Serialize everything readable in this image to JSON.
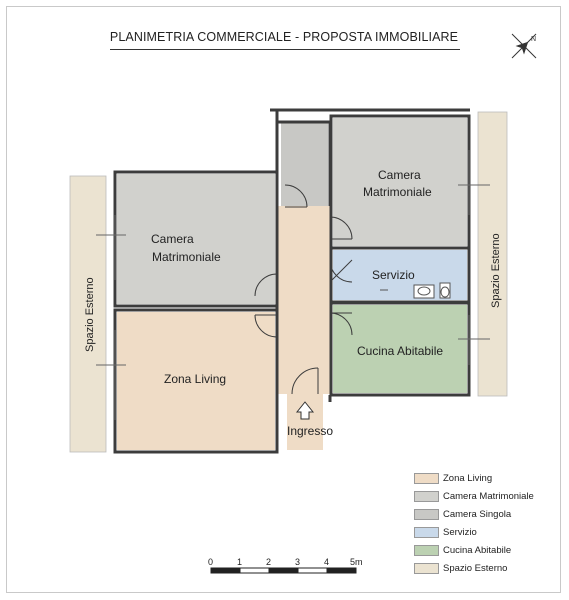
{
  "title": "PLANIMETRIA COMMERCIALE - PROPOSTA IMMOBILIARE",
  "compass_icon": "north-arrow-icon",
  "colors": {
    "zona_living": "#efdcc6",
    "camera_matrimoniale": "#d1d1cd",
    "camera_singola": "#c8c8c5",
    "servizio": "#c9d9ea",
    "cucina_abitabile": "#bcd1b2",
    "spazio_esterno": "#ebe3d1",
    "wall": "#3c3c3c"
  },
  "rooms": {
    "camera_left_line1": "Camera",
    "camera_left_line2": "Matrimoniale",
    "camera_right_line1": "Camera",
    "camera_right_line2": "Matrimoniale",
    "servizio": "Servizio",
    "cucina": "Cucina Abitabile",
    "zona_living": "Zona Living",
    "spazio_esterno_left": "Spazio Esterno",
    "spazio_esterno_right": "Spazio Esterno",
    "ingresso": "Ingresso"
  },
  "legend": [
    {
      "label": "Zona Living",
      "color": "#efdcc6"
    },
    {
      "label": "Camera Matrimoniale",
      "color": "#d1d1cd"
    },
    {
      "label": "Camera Singola",
      "color": "#c8c8c5"
    },
    {
      "label": "Servizio",
      "color": "#c9d9ea"
    },
    {
      "label": "Cucina Abitabile",
      "color": "#bcd1b2"
    },
    {
      "label": "Spazio Esterno",
      "color": "#ebe3d1"
    }
  ],
  "scale": {
    "ticks": [
      "0",
      "1",
      "2",
      "3",
      "4",
      "5m"
    ]
  }
}
